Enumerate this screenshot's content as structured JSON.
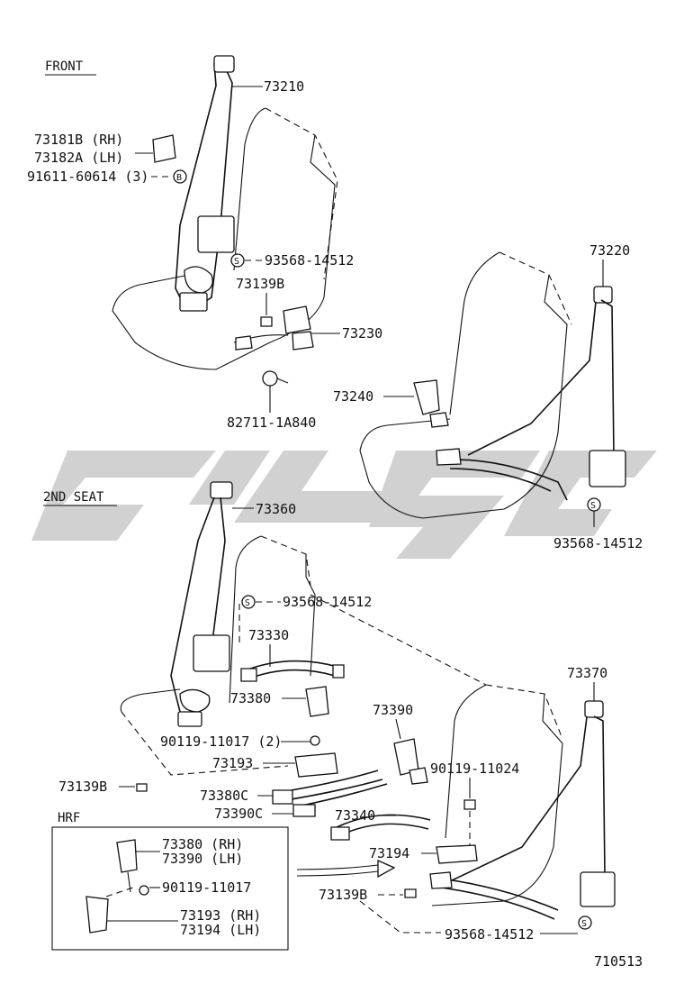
{
  "sections": {
    "front": "FRONT",
    "second_seat": "2ND SEAT",
    "hrf": "HRF"
  },
  "labels": {
    "p73210": "73210",
    "p73181b": "73181B (RH)",
    "p73182a": "73182A (LH)",
    "p91611": "91611-60614 (3)",
    "p93568_a": "93568-14512",
    "p73139b_a": "73139B",
    "p73230": "73230",
    "p82711": "82711-1A840",
    "p73220": "73220",
    "p73240": "73240",
    "p93568_b": "93568-14512",
    "p73360": "73360",
    "p93568_c": "93568-14512",
    "p73330": "73330",
    "p73380": "73380",
    "p90119_11017_2": "90119-11017 (2)",
    "p73193": "73193",
    "p73139b_b": "73139B",
    "p73380c": "73380C",
    "p73390c": "73390C",
    "p73390": "73390",
    "p90119_11024": "90119-11024",
    "p73340": "73340",
    "p73194": "73194",
    "p73139b_c": "73139B",
    "p93568_d": "93568-14512",
    "p73370": "73370",
    "hrf_73380": "73380 (RH)",
    "hrf_73390": "73390 (LH)",
    "hrf_90119": "90119-11017",
    "hrf_73193": "73193 (RH)",
    "hrf_73194": "73194 (LH)",
    "figure_number": "710513"
  },
  "symbols": {
    "s_marker": "S",
    "b_marker": "B"
  },
  "icons": {
    "watermark": "watermark-logo"
  }
}
